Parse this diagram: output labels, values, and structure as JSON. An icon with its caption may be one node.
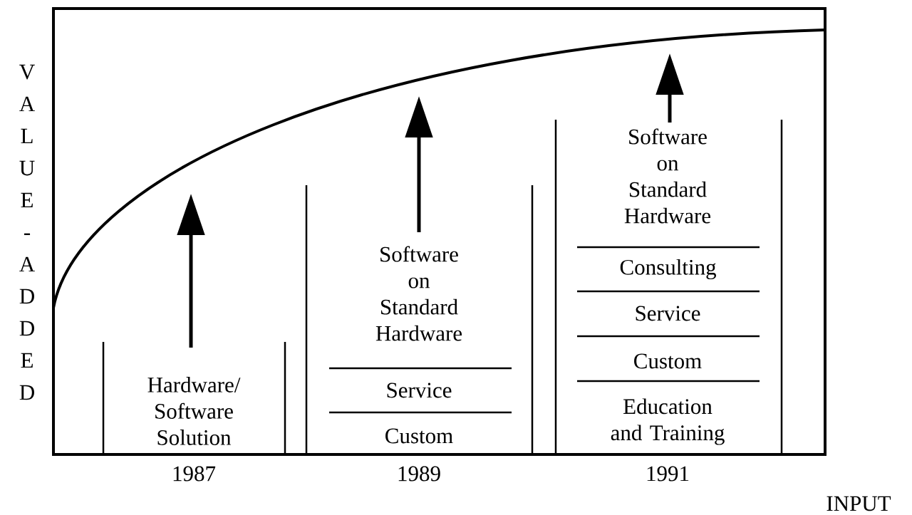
{
  "diagram": {
    "nodes": [
      {
        "text": [
          "Hardware/ Software Solution"
        ],
        "beside": [
          "1987"
        ]
      },
      {
        "text": [
          "Software on Standard Hardware",
          "Service",
          "Custom"
        ],
        "beside": [
          "1989"
        ]
      },
      {
        "text": [
          "Software on Standard Hardware",
          "Consulting",
          "Service",
          "Custom",
          "Education and Training"
        ],
        "beside": [
          "1991"
        ]
      }
    ],
    "labels": [
      "VALUE-ADDED",
      "INPUT"
    ]
  }
}
